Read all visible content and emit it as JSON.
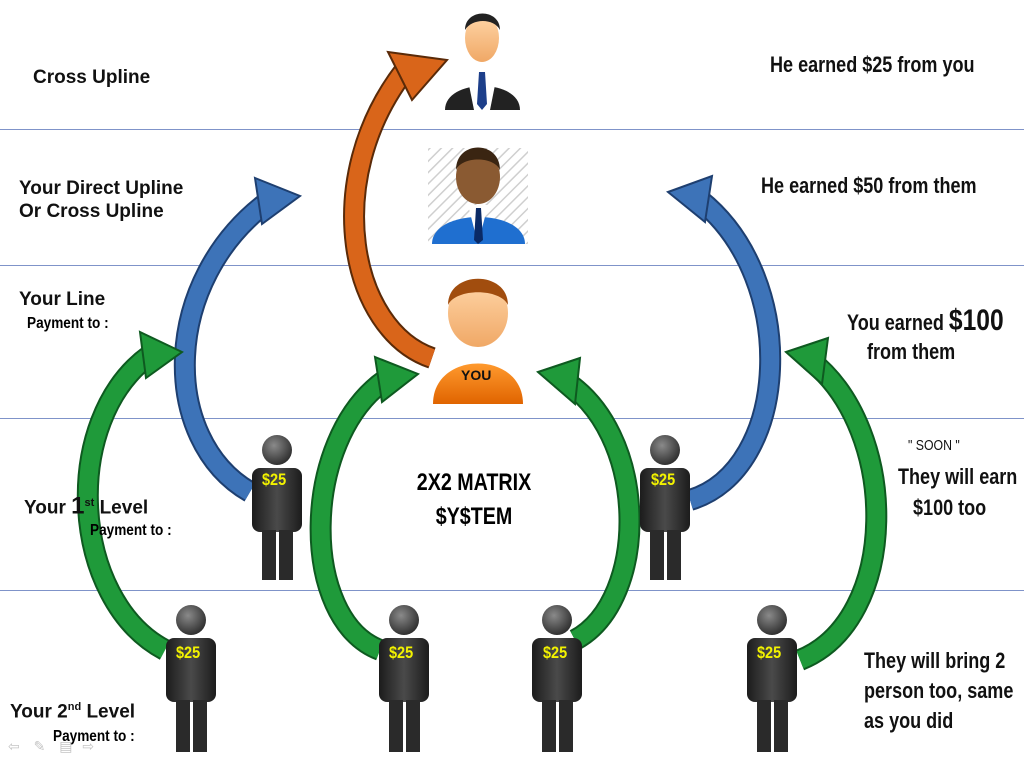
{
  "labels": {
    "cross_upline": "Cross Upline",
    "direct_upline_1": "Your Direct Upline",
    "direct_upline_2": "Or Cross Upline",
    "your_line": "Your Line",
    "payment_to_1": "Payment to :",
    "your_1st_level_pre": "Your ",
    "your_1st_level_num": "1",
    "your_1st_level_sup": "st",
    "your_1st_level_post": " Level",
    "payment_to_2": "Payment to :",
    "your_2nd_level_pre": "Your 2",
    "your_2nd_level_sup": "nd",
    "your_2nd_level_post": " Level",
    "payment_to_3": "Payment to :"
  },
  "notes": {
    "he_earned_25": "He earned $25 from you",
    "he_earned_50": "He earned $50 from them",
    "you_earned_pre": "You earned ",
    "you_earned_amount": "$100",
    "from_them": "from them",
    "soon": "\" SOON \"",
    "they_will_earn": "They will earn",
    "they_100_too": "$100 too",
    "bring_1": "They will bring 2",
    "bring_2": "person too, same",
    "bring_3": "as you did"
  },
  "center": {
    "matrix_1": "2X2 MATRIX",
    "matrix_2": "$Y$TEM",
    "you_label": "YOU"
  },
  "people": {
    "level1_left_amount": "$25",
    "level1_right_amount": "$25",
    "level2_a_amount": "$25",
    "level2_b_amount": "$25",
    "level2_c_amount": "$25",
    "level2_d_amount": "$25"
  },
  "colors": {
    "rule_line": "#7f93c9",
    "orange_arrow": "#d9651a",
    "blue_arrow": "#3d73b8",
    "green_arrow": "#1f9a3a",
    "figure_dark": "#2f2f2f",
    "amount_text": "#f2f200",
    "you_shirt": "#f07a10"
  },
  "icons": [
    "businessman-icon",
    "manager-icon",
    "you-person-icon",
    "stick-figure-icon",
    "back-arrow-icon",
    "pen-icon",
    "slides-icon",
    "forward-arrow-icon"
  ]
}
